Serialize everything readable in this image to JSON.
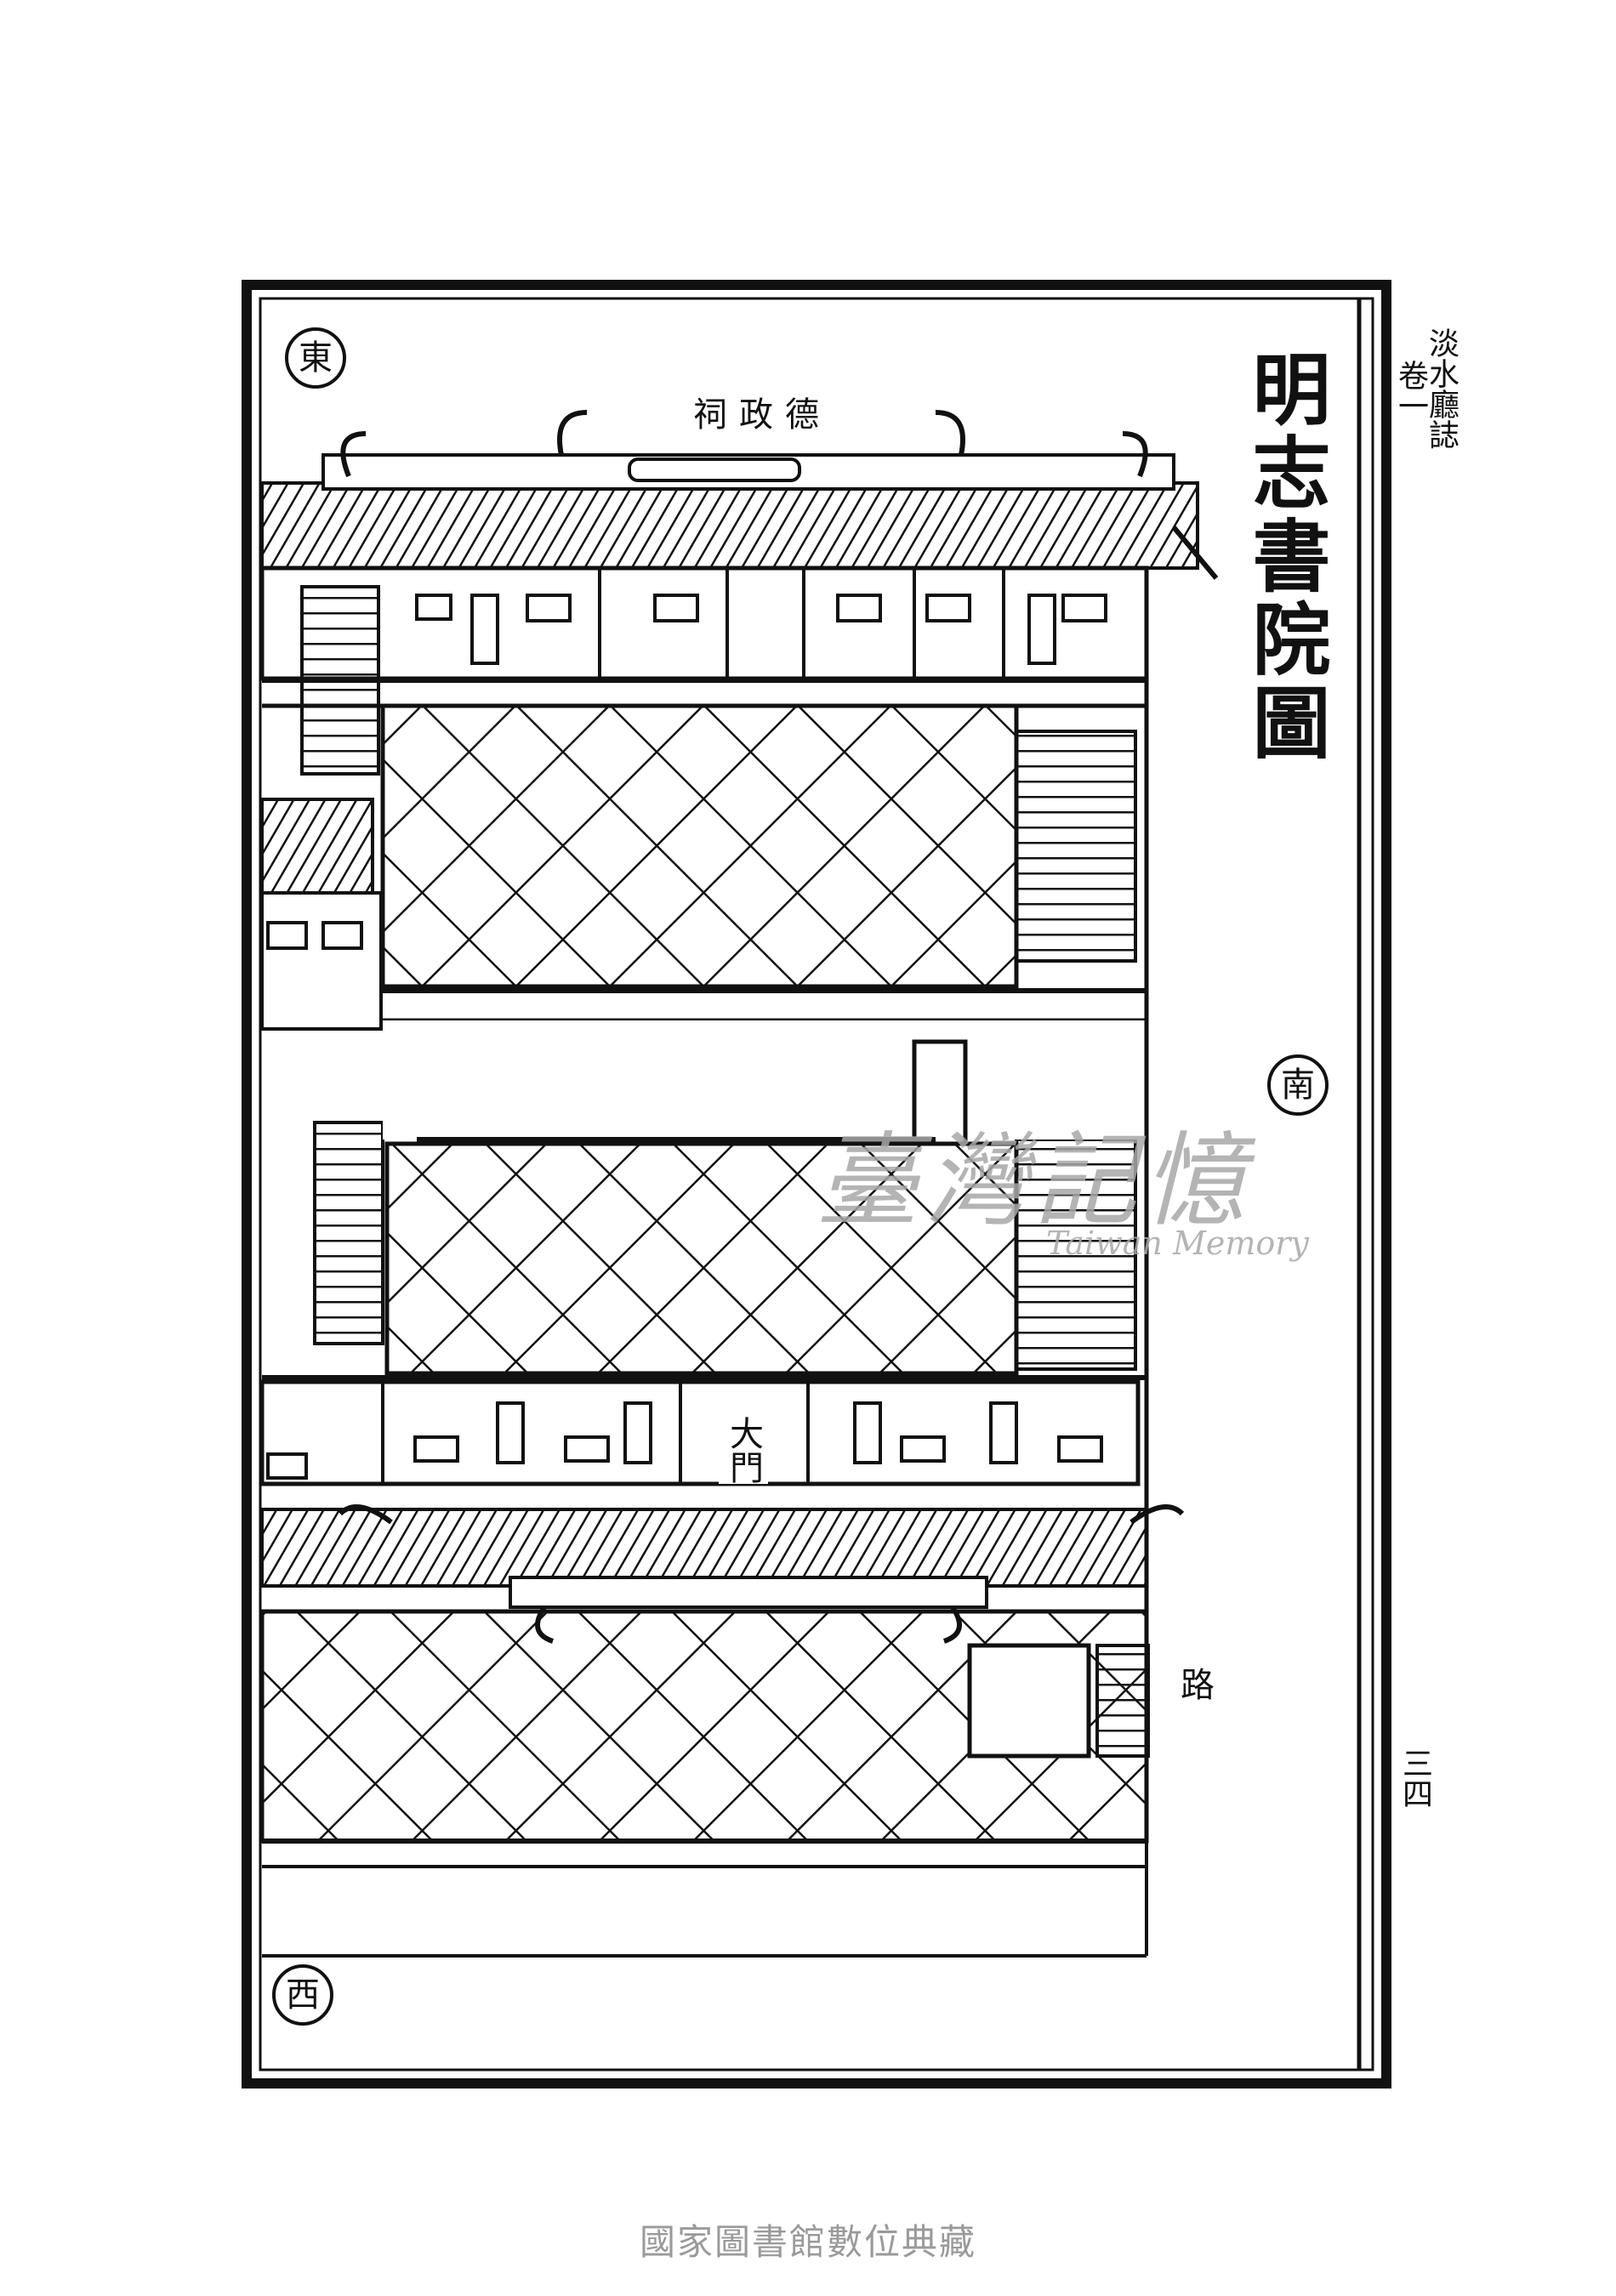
{
  "title": "明志書院圖",
  "running_head": {
    "book": "淡水廳誌",
    "volume": "卷一"
  },
  "page_number": "三四",
  "compass": {
    "east": "東",
    "south": "南",
    "west": "西"
  },
  "labels": {
    "shrine": "祠政德",
    "main_gate": "大門",
    "road": "路"
  },
  "watermark": {
    "chinese": "臺灣記憶",
    "english": "Taiwan Memory"
  },
  "footer": "國家圖書館數位典藏"
}
